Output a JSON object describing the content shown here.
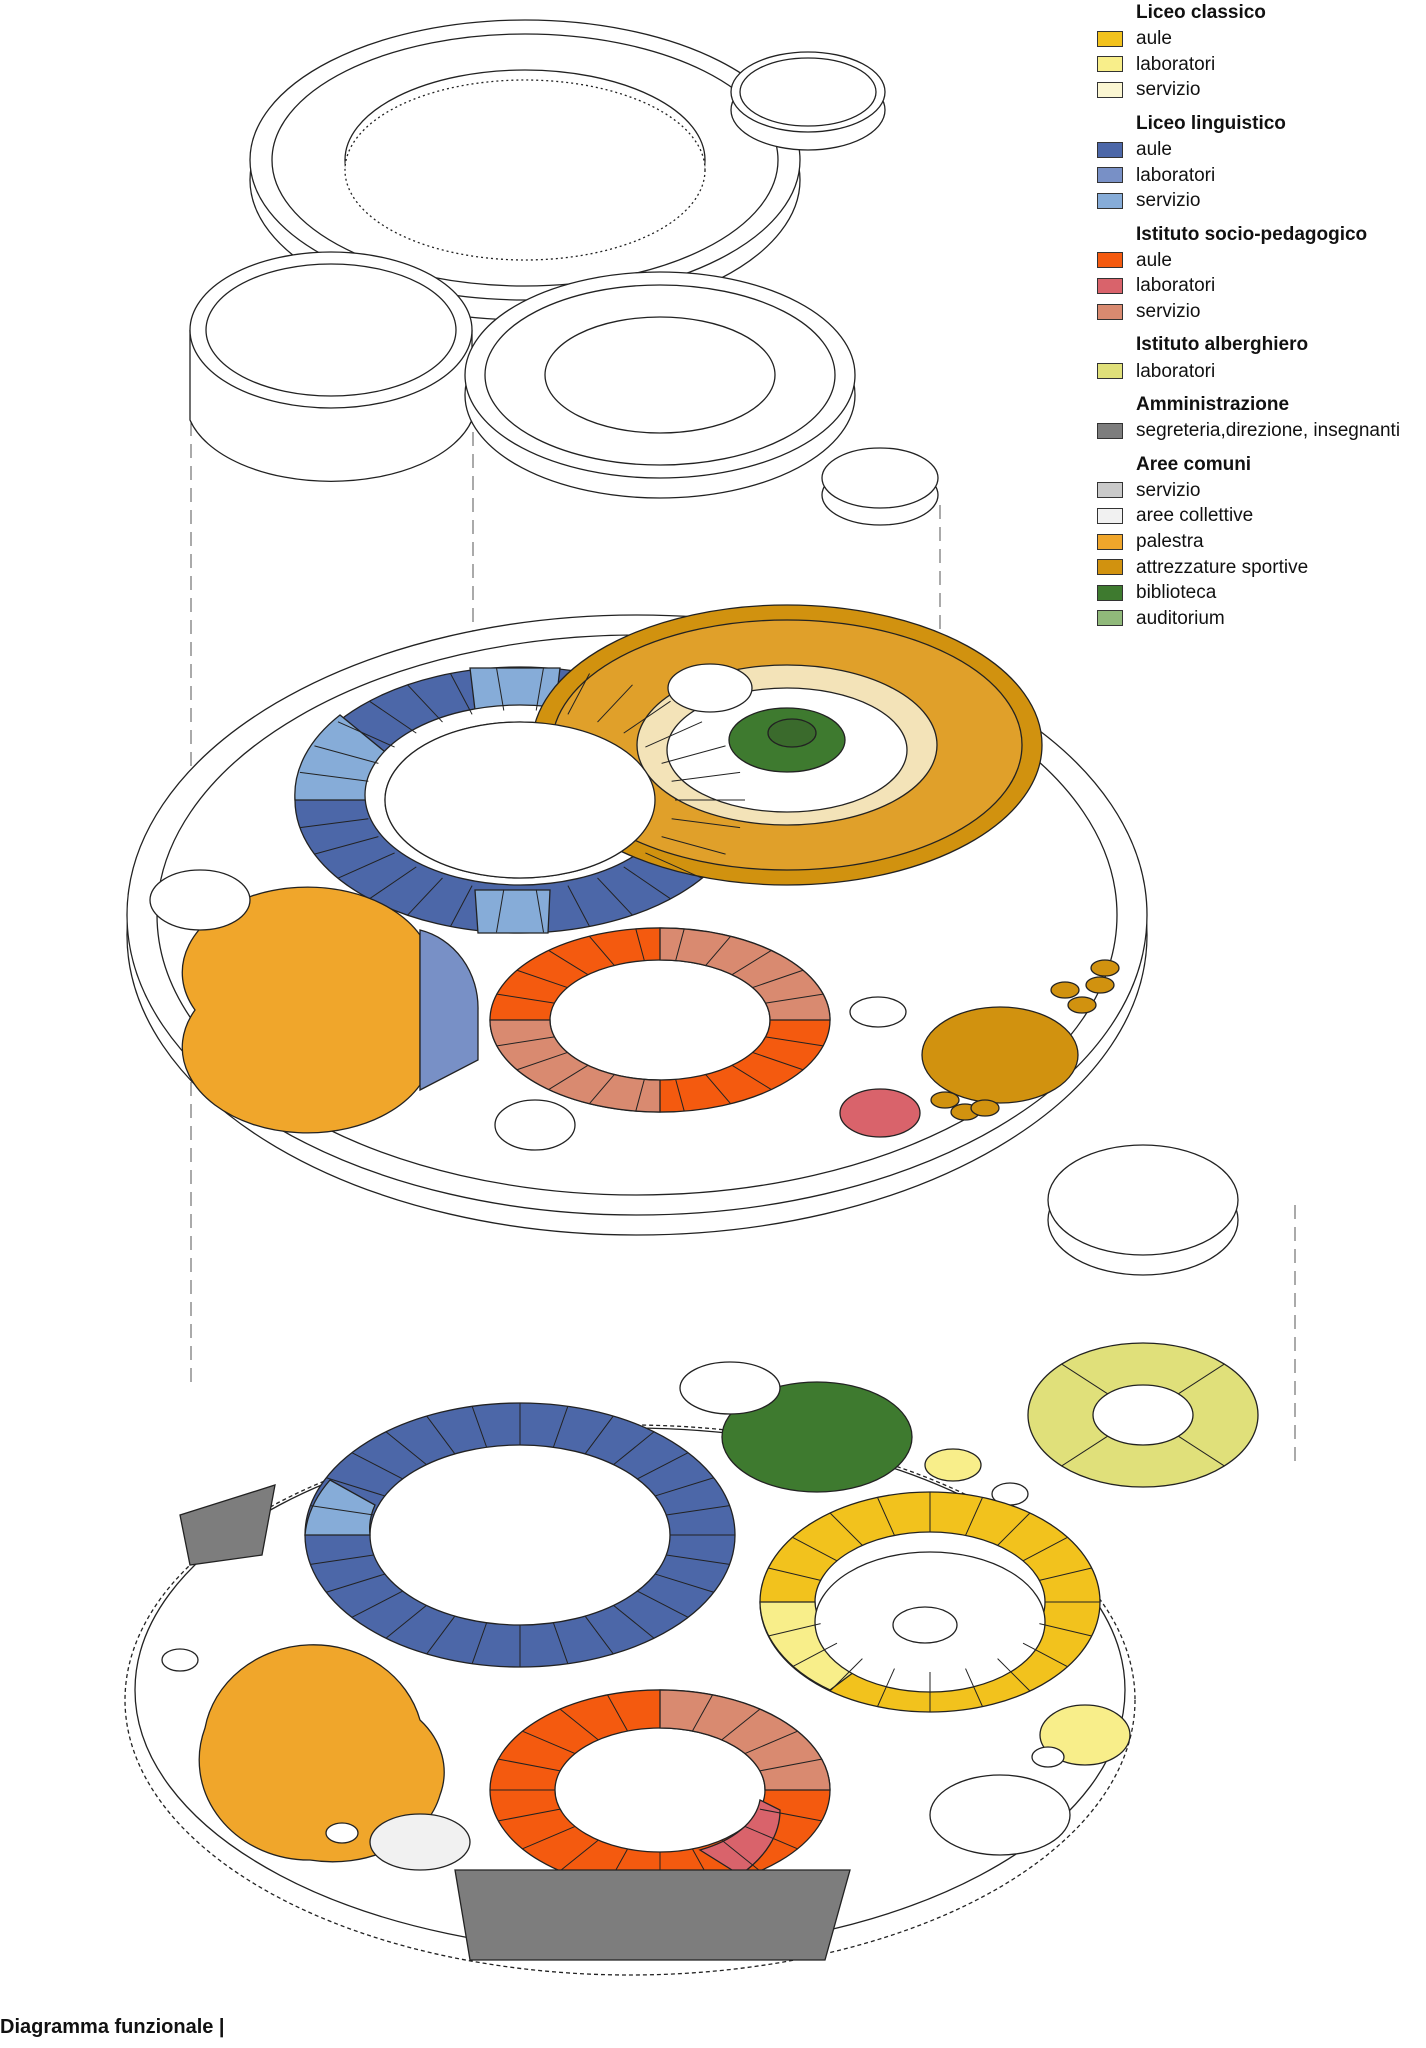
{
  "caption": "Diagramma funzionale |",
  "legend": [
    {
      "title": "Liceo classico",
      "items": [
        {
          "label": "aule",
          "color": "#f2c21d"
        },
        {
          "label": "laboratori",
          "color": "#f8ee8a"
        },
        {
          "label": "servizio",
          "color": "#fbf6d2"
        }
      ]
    },
    {
      "title": "Liceo linguistico",
      "items": [
        {
          "label": "aule",
          "color": "#4c67a8"
        },
        {
          "label": "laboratori",
          "color": "#7890c6"
        },
        {
          "label": "servizio",
          "color": "#86acd8"
        }
      ]
    },
    {
      "title": "Istituto socio-pedagogico",
      "items": [
        {
          "label": "aule",
          "color": "#f45a0f"
        },
        {
          "label": "laboratori",
          "color": "#d9636b"
        },
        {
          "label": "servizio",
          "color": "#d98a70"
        }
      ]
    },
    {
      "title": "Istituto alberghiero",
      "items": [
        {
          "label": "laboratori",
          "color": "#e0e07a"
        }
      ]
    },
    {
      "title": "Amministrazione",
      "items": [
        {
          "label": "segreteria,direzione, insegnanti",
          "color": "#7d7d7d"
        }
      ]
    },
    {
      "title": "Aree comuni",
      "items": [
        {
          "label": "servizio",
          "color": "#c9c9c9"
        },
        {
          "label": "aree collettive",
          "color": "#f1f1f1"
        },
        {
          "label": "palestra",
          "color": "#f0a62b"
        },
        {
          "label": "attrezzature sportive",
          "color": "#d1920f"
        },
        {
          "label": "biblioteca",
          "color": "#3e7a2f"
        },
        {
          "label": "auditorium",
          "color": "#90b97a"
        }
      ]
    }
  ]
}
